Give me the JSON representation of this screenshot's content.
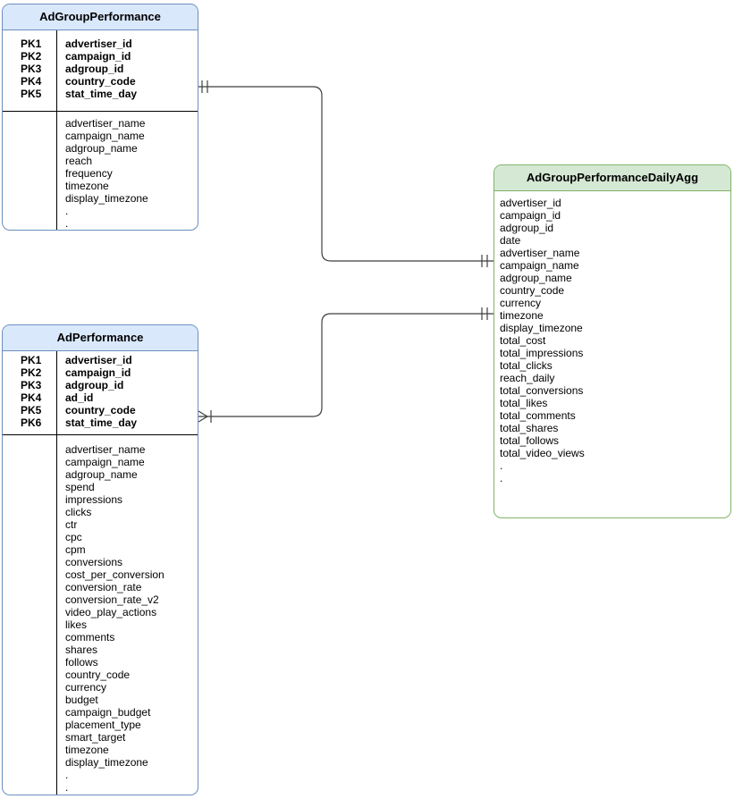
{
  "diagram": {
    "kind": "entity-relationship-diagram",
    "tables": [
      {
        "id": "adgroup-performance",
        "title": "AdGroupPerformance",
        "primary_keys": [
          {
            "key": "PK1",
            "field": "advertiser_id"
          },
          {
            "key": "PK2",
            "field": "campaign_id"
          },
          {
            "key": "PK3",
            "field": "adgroup_id"
          },
          {
            "key": "PK4",
            "field": "country_code"
          },
          {
            "key": "PK5",
            "field": "stat_time_day"
          }
        ],
        "fields": [
          "advertiser_name",
          "campaign_name",
          "adgroup_name",
          "reach",
          "frequency",
          "timezone",
          "display_timezone",
          ".",
          "."
        ]
      },
      {
        "id": "ad-performance",
        "title": "AdPerformance",
        "primary_keys": [
          {
            "key": "PK1",
            "field": "advertiser_id"
          },
          {
            "key": "PK2",
            "field": "campaign_id"
          },
          {
            "key": "PK3",
            "field": "adgroup_id"
          },
          {
            "key": "PK4",
            "field": "ad_id"
          },
          {
            "key": "PK5",
            "field": "country_code"
          },
          {
            "key": "PK6",
            "field": "stat_time_day"
          }
        ],
        "fields": [
          "advertiser_name",
          "campaign_name",
          "adgroup_name",
          "spend",
          "impressions",
          "clicks",
          "ctr",
          "cpc",
          "cpm",
          "conversions",
          "cost_per_conversion",
          "conversion_rate",
          "conversion_rate_v2",
          "video_play_actions",
          "likes",
          "comments",
          "shares",
          "follows",
          "country_code",
          "currency",
          "budget",
          "campaign_budget",
          "placement_type",
          "smart_target",
          "timezone",
          "display_timezone",
          ".",
          "."
        ]
      },
      {
        "id": "adgroup-performance-daily-agg",
        "title": "AdGroupPerformanceDailyAgg",
        "primary_keys": [],
        "fields": [
          "advertiser_id",
          "campaign_id",
          "adgroup_id",
          "date",
          "advertiser_name",
          "campaign_name",
          "adgroup_name",
          "country_code",
          "currency",
          "timezone",
          "display_timezone",
          "total_cost",
          "total_impressions",
          "total_clicks",
          "reach_daily",
          "total_conversions",
          "total_likes",
          "total_comments",
          "total_shares",
          "total_follows",
          "total_video_views",
          ".",
          "."
        ]
      }
    ],
    "relationships": [
      {
        "from": "AdGroupPerformance",
        "to": "AdGroupPerformanceDailyAgg",
        "from_cardinality": "one-and-only-one",
        "to_cardinality": "one-and-only-one"
      },
      {
        "from": "AdPerformance",
        "to": "AdGroupPerformanceDailyAgg",
        "from_cardinality": "one-or-many",
        "to_cardinality": "one-and-only-one"
      }
    ],
    "colors": {
      "blue_header_fill": "#dae8fc",
      "blue_border": "#6c8ebf",
      "green_header_fill": "#d5e8d4",
      "green_border": "#82b366",
      "line": "#3f3f3f"
    }
  }
}
